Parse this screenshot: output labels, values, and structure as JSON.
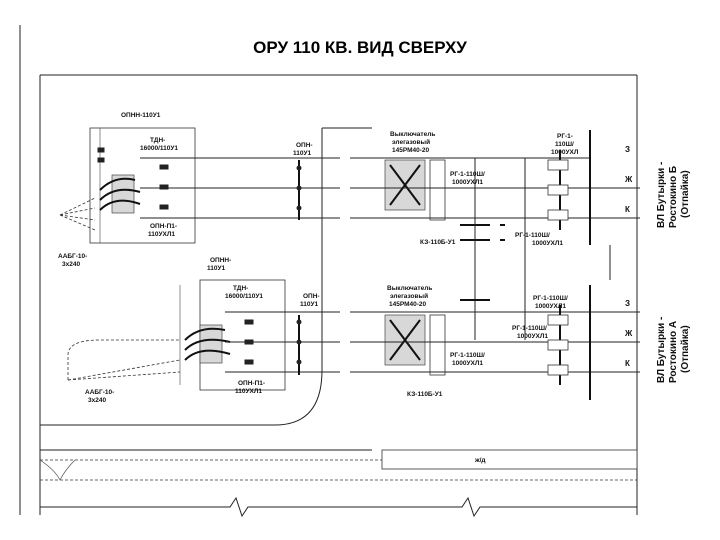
{
  "title": "ОРУ 110 КВ. ВИД СВЕРХУ",
  "upper": {
    "opn_t": "ОПНН-110У1",
    "transformer": [
      "ТДН-",
      "16000/110У1"
    ],
    "opn_1": [
      "ОПН-",
      "110У1"
    ],
    "opn_n": [
      "ОПН-П1-",
      "110УХЛ1"
    ],
    "breaker": [
      "Выключатель",
      "элегазовый",
      "145РМ40-20"
    ],
    "rg_top": [
      "РГ-1-",
      "110Ш/",
      "1000УХЛ"
    ],
    "rg_left": [
      "РГ-1-110Ш/",
      "1000УХЛ1"
    ],
    "rg_bottom": [
      "РГ-1-110Ш/",
      "1000УХЛ1"
    ],
    "cable": [
      "ААБГ-10-",
      "3х240"
    ],
    "kz": "КЗ-110Б-У1",
    "phases": [
      "З",
      "Ж",
      "К"
    ],
    "line": [
      "ВЛ Бутырки -",
      "Ростокино Б",
      "(Отпайка)"
    ]
  },
  "lower": {
    "opn_t": [
      "ОПНН-",
      "110У1"
    ],
    "transformer": [
      "ТДН-",
      "16000/110У1"
    ],
    "opn_1": [
      "ОПН-",
      "110У1"
    ],
    "opn_n": [
      "ОПН-П1-",
      "110УХЛ1"
    ],
    "breaker": [
      "Выключатель",
      "элегазовый",
      "145РМ40-20"
    ],
    "rg_top": [
      "РГ-1-110Ш/",
      "1000УХЛ1"
    ],
    "rg_mid": [
      "РГ-1-110Ш/",
      "1000УХЛ1"
    ],
    "rg_bottom": [
      "РГ-1-110Ш/",
      "1000УХЛ1"
    ],
    "cable": [
      "ААБГ-10-",
      "3х240"
    ],
    "kz": "КЗ-110Б-У1",
    "phases": [
      "З",
      "Ж",
      "К"
    ],
    "line": [
      "ВЛ Бутырки -",
      "Ростокино А",
      "(Отпайка)"
    ]
  },
  "rail_label": "ж/д"
}
